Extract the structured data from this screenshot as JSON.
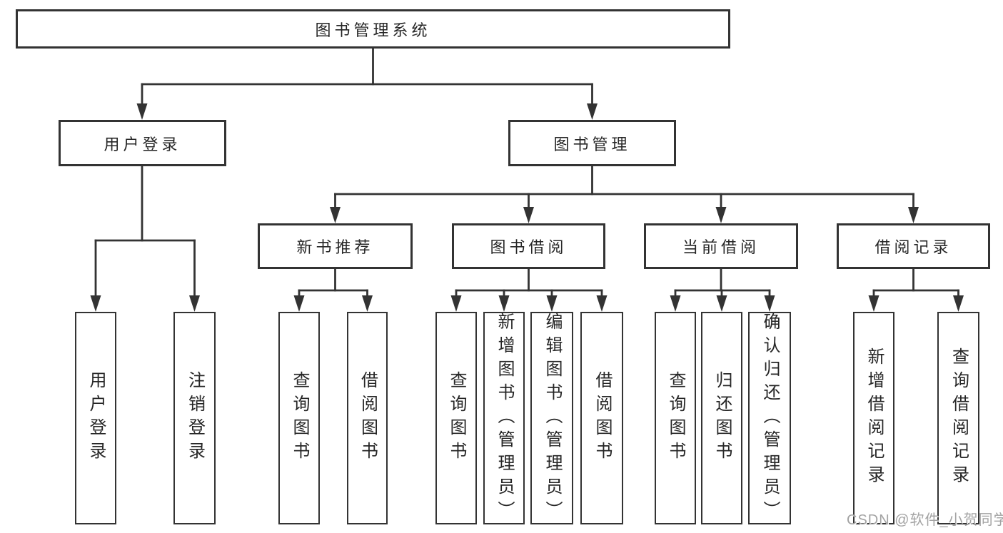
{
  "diagram": {
    "tree": {
      "root": {
        "label": "图书管理系统",
        "children": [
          {
            "label": "用户登录",
            "leaves": [
              "用户登录",
              "注销登录"
            ]
          },
          {
            "label": "图书管理",
            "children": [
              {
                "label": "新书推荐",
                "leaves": [
                  "查询图书",
                  "借阅图书"
                ]
              },
              {
                "label": "图书借阅",
                "leaves": [
                  "查询图书",
                  "新增图书（管理员）",
                  "编辑图书（管理员）",
                  "借阅图书"
                ]
              },
              {
                "label": "当前借阅",
                "leaves": [
                  "查询图书",
                  "归还图书",
                  "确认归还（管理员）"
                ]
              },
              {
                "label": "借阅记录",
                "leaves": [
                  "新增借阅记录",
                  "查询借阅记录"
                ]
              }
            ]
          }
        ]
      }
    },
    "colors": {
      "line": "#333333",
      "box_border": "#333333",
      "box_fill": "#ffffff",
      "text": "#262626",
      "watermark": "#a3a3a3"
    }
  },
  "watermark": {
    "text": "CSDN @软件_小贺同学"
  }
}
